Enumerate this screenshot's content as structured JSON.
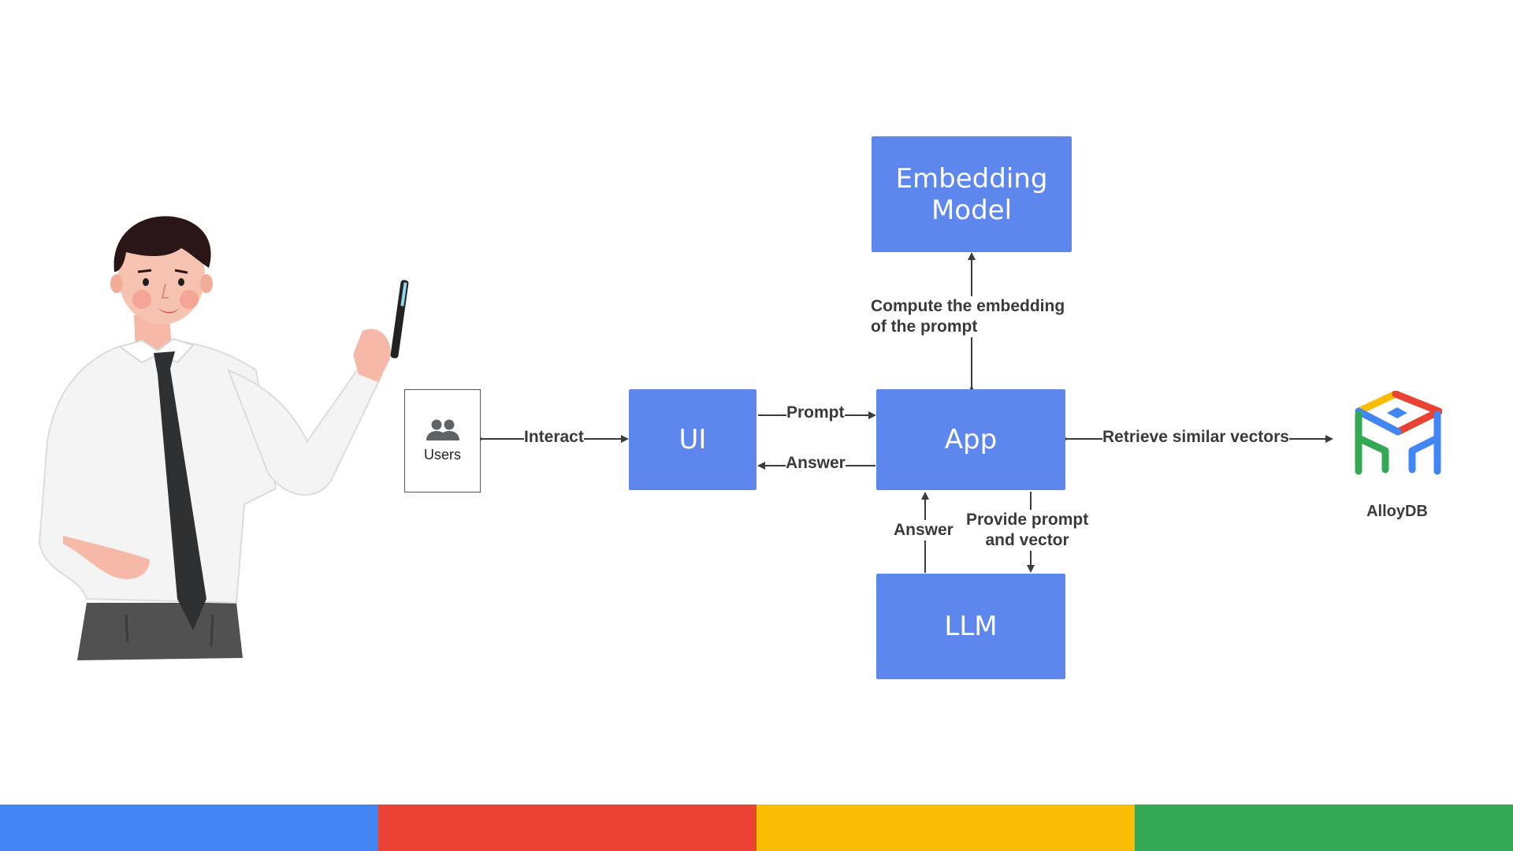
{
  "diagram": {
    "nodes": {
      "embedding": {
        "line1": "Embedding",
        "line2": "Model"
      },
      "ui": "UI",
      "app": "App",
      "llm": "LLM",
      "users": "Users",
      "alloydb": "AlloyDB"
    },
    "edges": {
      "interact": "Interact",
      "prompt": "Prompt",
      "answer_to_ui": "Answer",
      "compute_line1": "Compute the embedding",
      "compute_line2": "of the prompt",
      "retrieve": "Retrieve similar vectors",
      "answer_from_llm": "Answer",
      "provide_line1": "Provide prompt",
      "provide_line2": "and vector"
    }
  },
  "colors": {
    "box": "#5e87ee",
    "arrow": "#3b3b3b",
    "bar_blue": "#4285f4",
    "bar_red": "#ea4335",
    "bar_yellow": "#fbbc04",
    "bar_green": "#34a853"
  },
  "icons": {
    "users": "users-group-icon",
    "alloydb": "alloydb-logo",
    "presenter": "presenter-illustration"
  }
}
